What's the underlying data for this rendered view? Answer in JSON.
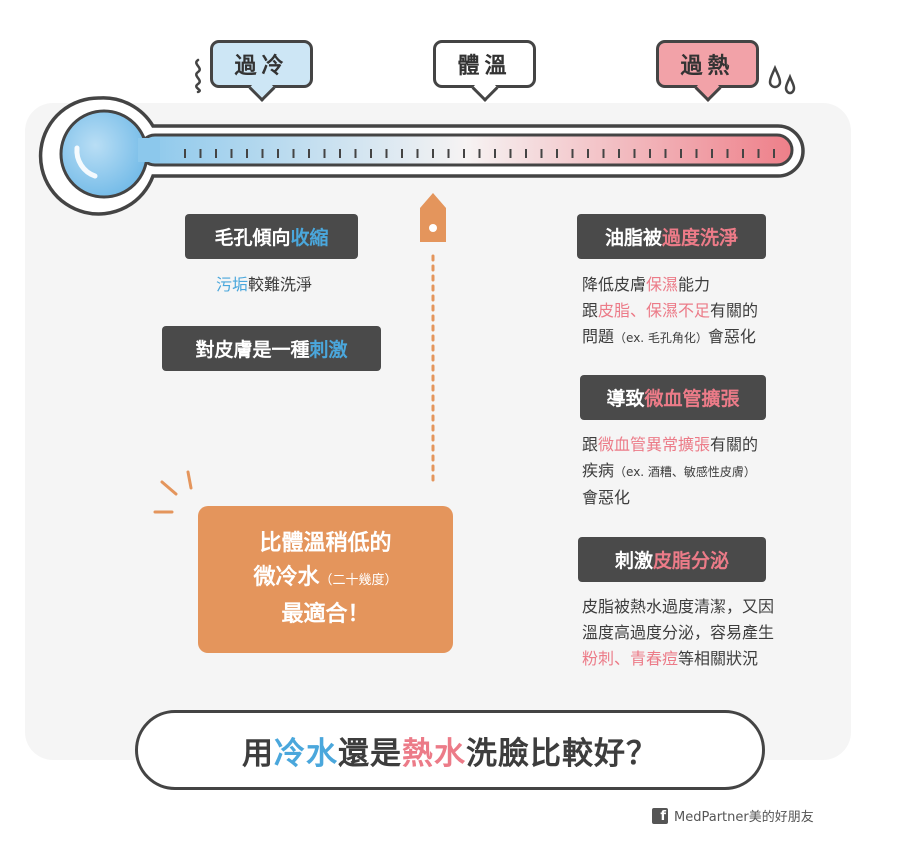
{
  "labels": {
    "too_cold": "過冷",
    "body_temp": "體溫",
    "too_hot": "過熱"
  },
  "left": {
    "tag1_a": "毛孔傾向",
    "tag1_b": "收縮",
    "note1_a": "污垢",
    "note1_b": "較難洗淨",
    "tag2_a": "對皮膚是一種",
    "tag2_b": "刺激"
  },
  "recommend": {
    "line1": "比體溫稍低的",
    "line2_a": "微冷水",
    "line2_b": "（二十幾度）",
    "line3": "最適合！"
  },
  "right": {
    "tag1_a": "油脂被",
    "tag1_b": "過度洗淨",
    "note1_l1_a": "降低皮膚",
    "note1_l1_b": "保濕",
    "note1_l1_c": "能力",
    "note1_l2_a": "跟",
    "note1_l2_b": "皮脂、保濕不足",
    "note1_l2_c": "有關的",
    "note1_l3_a": "問題",
    "note1_l3_b": "（ex. 毛孔角化）",
    "note1_l3_c": "會惡化",
    "tag2_a": "導致",
    "tag2_b": "微血管擴張",
    "note2_l1_a": "跟",
    "note2_l1_b": "微血管異常擴張",
    "note2_l1_c": "有關的",
    "note2_l2_a": "疾病",
    "note2_l2_b": "（ex. 酒糟、敏感性皮膚）",
    "note2_l3": "會惡化",
    "tag3_a": "刺激",
    "tag3_b": "皮脂分泌",
    "note3_l1": "皮脂被熱水過度清潔，又因",
    "note3_l2": "溫度高過度分泌，容易產生",
    "note3_l3_a": "粉刺、青春痘",
    "note3_l3_b": "等相關狀況"
  },
  "title": {
    "a": "用",
    "b": "冷水",
    "c": "還是",
    "d": "熱水",
    "e": "洗臉比較好？"
  },
  "credit": {
    "fb_glyph": "f",
    "text": "MedPartner美的好朋友"
  },
  "colors": {
    "cold_blue": "#4aa7dc",
    "hot_pink": "#ec7b88",
    "orange": "#e4955c",
    "tag_dark": "#4a4a4a"
  }
}
